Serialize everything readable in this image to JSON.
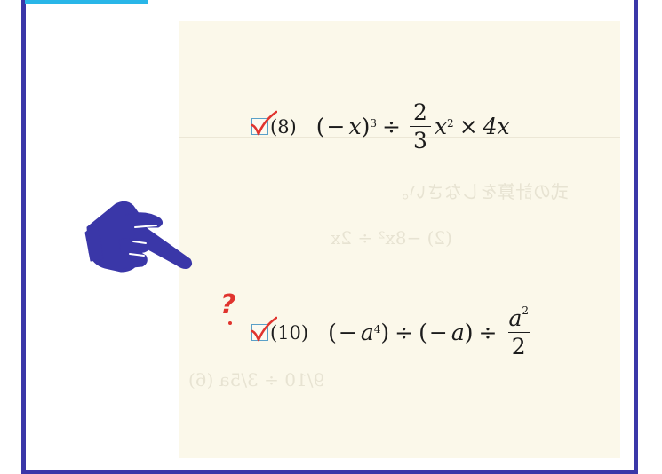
{
  "colors": {
    "frame": "#3a37a8",
    "tab_strip": "#29b6e8",
    "paper": "#fbf8ea",
    "check_red": "#e0342e",
    "hand": "#3a37a8"
  },
  "icons": {
    "pointer": "pointing-hand-icon",
    "check": "red-checkmark-icon",
    "question": "question-mark-icon"
  },
  "problems": [
    {
      "number": "(8)",
      "expr": {
        "lparen": "(",
        "minus": "−",
        "var": "x",
        "rparen": ")",
        "exp": "3",
        "div": "÷",
        "frac_num": "2",
        "frac_den": "3",
        "var2": "x",
        "exp2": "2",
        "times": "×",
        "term": "4x"
      }
    },
    {
      "number": "(10)",
      "expr": {
        "lparen": "(",
        "minus": "−",
        "var": "a",
        "exp": "4",
        "rparen": ")",
        "div": "÷",
        "lparen2": "(",
        "minus2": "−",
        "var2": "a",
        "rparen2": ")",
        "div2": "÷",
        "frac_num_var": "a",
        "frac_num_exp": "2",
        "frac_den": "2"
      }
    }
  ],
  "annotations": {
    "question_mark": "?"
  }
}
